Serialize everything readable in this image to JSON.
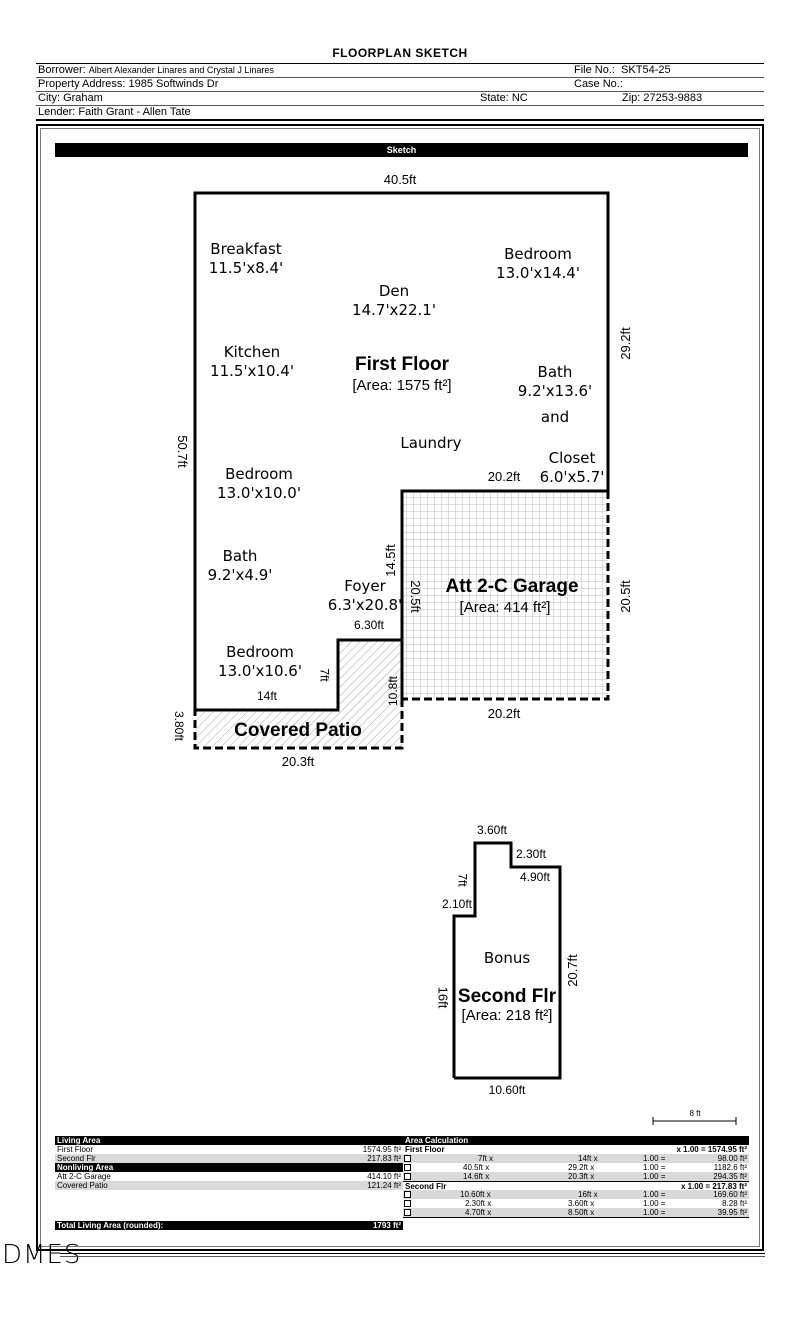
{
  "document": {
    "title": "FLOORPLAN SKETCH"
  },
  "header": {
    "borrower_label": "Borrower:",
    "borrower": "Albert Alexander Linares and Crystal J Linares",
    "file_no_label": "File No.:",
    "file_no": "SKT54-25",
    "address_label": "Property Address:",
    "address": "1985 Softwinds Dr",
    "case_no_label": "Case No.:",
    "case_no": "",
    "city_label": "City:",
    "city": "Graham",
    "state_label": "State:",
    "state": "NC",
    "zip_label": "Zip:",
    "zip": "27253-9883",
    "lender_label": "Lender:",
    "lender": "Faith Grant - Allen Tate"
  },
  "sketch": {
    "bar_label": "Sketch",
    "first_floor": {
      "name": "First Floor",
      "area": "[Area: 1575 ft²]",
      "dims": {
        "top": "40.5ft",
        "left": "50.7ft",
        "right_upper": "29.2ft",
        "garage_top": "20.2ft",
        "foyer_right": "14.5ft",
        "foyer_bottom": "6.30ft",
        "bedroom_notch": "7ft",
        "bedroom_bottom": "14ft"
      },
      "rooms": [
        {
          "name": "Breakfast",
          "size": "11.5'x8.4'"
        },
        {
          "name": "Den",
          "size": "14.7'x22.1'"
        },
        {
          "name": "Bedroom",
          "size": "13.0'x14.4'"
        },
        {
          "name": "Kitchen",
          "size": "11.5'x10.4'"
        },
        {
          "name": "Bath",
          "size": "9.2'x13.6'"
        },
        {
          "name": "and",
          "size": ""
        },
        {
          "name": "Laundry",
          "size": ""
        },
        {
          "name": "Closet",
          "size": "6.0'x5.7'"
        },
        {
          "name": "Bedroom",
          "size": "13.0'x10.0'"
        },
        {
          "name": "Bath",
          "size": "9.2'x4.9'"
        },
        {
          "name": "Foyer",
          "size": "6.3'x20.8'"
        },
        {
          "name": "Bedroom",
          "size": "13.0'x10.6'"
        }
      ]
    },
    "garage": {
      "name": "Att 2-C Garage",
      "area": "[Area: 414 ft²]",
      "dims": {
        "left": "20.5ft",
        "right": "20.5ft",
        "bottom": "20.2ft",
        "left_lower": "10.8ft"
      }
    },
    "patio": {
      "name": "Covered Patio",
      "dims": {
        "left": "3.80ft",
        "bottom": "20.3ft"
      }
    },
    "second_floor": {
      "name": "Second Flr",
      "room": "Bonus",
      "area": "[Area: 218 ft²]",
      "dims": {
        "top": "3.60ft",
        "step_right": "2.30ft",
        "step_bottom": "4.90ft",
        "left_upper": "7ft",
        "step_left": "2.10ft",
        "left": "16ft",
        "right": "20.7ft",
        "bottom": "10.60ft"
      }
    },
    "scale": "8 ft"
  },
  "area_table": {
    "living_header": "Living Area",
    "living": [
      {
        "name": "First Floor",
        "value": "1574.95 ft²"
      },
      {
        "name": "Second Flr",
        "value": "217.83 ft²"
      }
    ],
    "nonliving_header": "Nonliving Area",
    "nonliving": [
      {
        "name": "Att 2-C Garage",
        "value": "414.10 ft²"
      },
      {
        "name": "Covered Patio",
        "value": "121.24 ft²"
      }
    ],
    "total_label": "Total Living Area (rounded):",
    "total_value": "1793 ft²",
    "calc_header": "Area Calculation",
    "calc_groups": [
      {
        "name": "First Floor",
        "total": "x 1.00 = 1574.95 ft²",
        "rows": [
          {
            "a": "7ft x",
            "b": "14ft x",
            "f": "1.00 =",
            "v": "98.00 ft²"
          },
          {
            "a": "40.5ft x",
            "b": "29.2ft x",
            "f": "1.00 =",
            "v": "1182.6 ft²"
          },
          {
            "a": "14.6ft x",
            "b": "20.3ft x",
            "f": "1.00 =",
            "v": "294.35 ft²"
          }
        ]
      },
      {
        "name": "Second Flr",
        "total": "x 1.00 = 217.83 ft²",
        "rows": [
          {
            "a": "10.60ft x",
            "b": "16ft x",
            "f": "1.00 =",
            "v": "169.60 ft²"
          },
          {
            "a": "2.30ft x",
            "b": "3.60ft x",
            "f": "1.00 =",
            "v": "8.28 ft²"
          },
          {
            "a": "4.70ft x",
            "b": "8.50ft x",
            "f": "1.00 =",
            "v": "39.95 ft²"
          }
        ]
      }
    ]
  },
  "footer": {
    "logo": "DMES"
  }
}
